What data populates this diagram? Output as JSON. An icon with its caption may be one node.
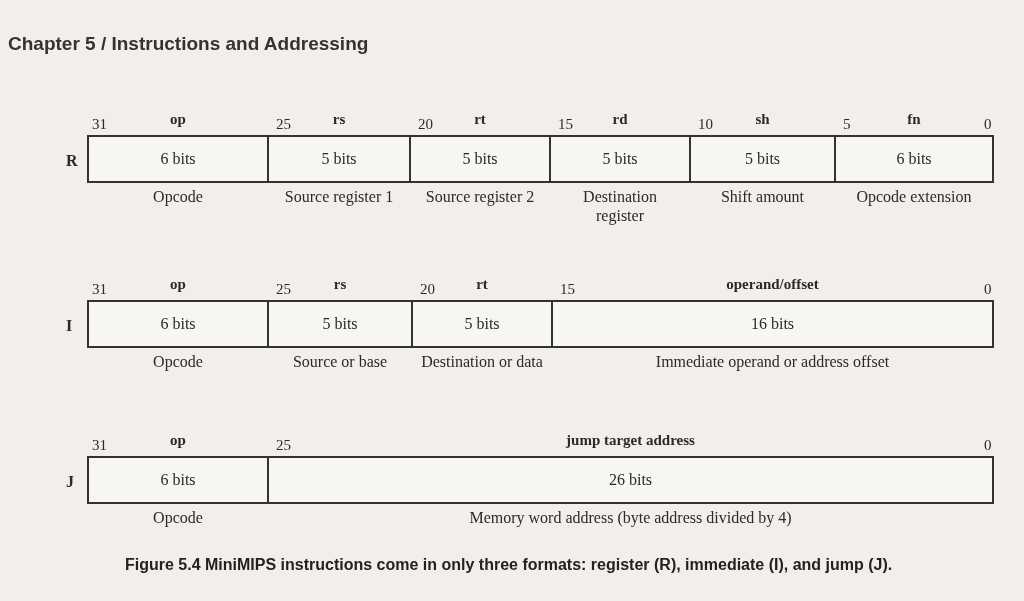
{
  "diagram": {
    "title": "Chapter 5 / Instructions and Addressing",
    "caption": "Figure 5.4 MiniMIPS instructions come in only three formats: register (R), immediate (I), and jump (J).",
    "nodes": [
      {
        "text": [
          "op",
          "6 bits"
        ],
        "beside": [
          "Opcode"
        ]
      },
      {
        "text": [
          "rs",
          "5 bits"
        ],
        "beside": [
          "Source register 1"
        ]
      },
      {
        "text": [
          "rt",
          "5 bits"
        ],
        "beside": [
          "Source register 2"
        ]
      },
      {
        "text": [
          "rd",
          "5 bits"
        ],
        "beside": [
          "Destination register"
        ]
      },
      {
        "text": [
          "sh",
          "5 bits"
        ],
        "beside": [
          "Shift amount"
        ]
      },
      {
        "text": [
          "fn",
          "6 bits"
        ],
        "beside": [
          "Opcode extension"
        ]
      },
      {
        "text": [
          "op",
          "6 bits"
        ],
        "beside": [
          "Opcode"
        ]
      },
      {
        "text": [
          "rs",
          "5 bits"
        ],
        "beside": [
          "Source or base"
        ]
      },
      {
        "text": [
          "rt",
          "5 bits"
        ],
        "beside": [
          "Destination or data"
        ]
      },
      {
        "text": [
          "operand/offset",
          "16 bits"
        ],
        "beside": [
          "Immediate operand or address offset"
        ]
      },
      {
        "text": [
          "op",
          "6 bits"
        ],
        "beside": [
          "Opcode"
        ]
      },
      {
        "text": [
          "jump target address",
          "26 bits"
        ],
        "beside": [
          "Memory word address (byte address divided by 4)"
        ]
      }
    ],
    "labels": [
      "R",
      "31",
      "25",
      "20",
      "15",
      "10",
      "5",
      "0",
      "I",
      "31",
      "25",
      "20",
      "15",
      "0",
      "J",
      "31",
      "25",
      "0"
    ]
  }
}
